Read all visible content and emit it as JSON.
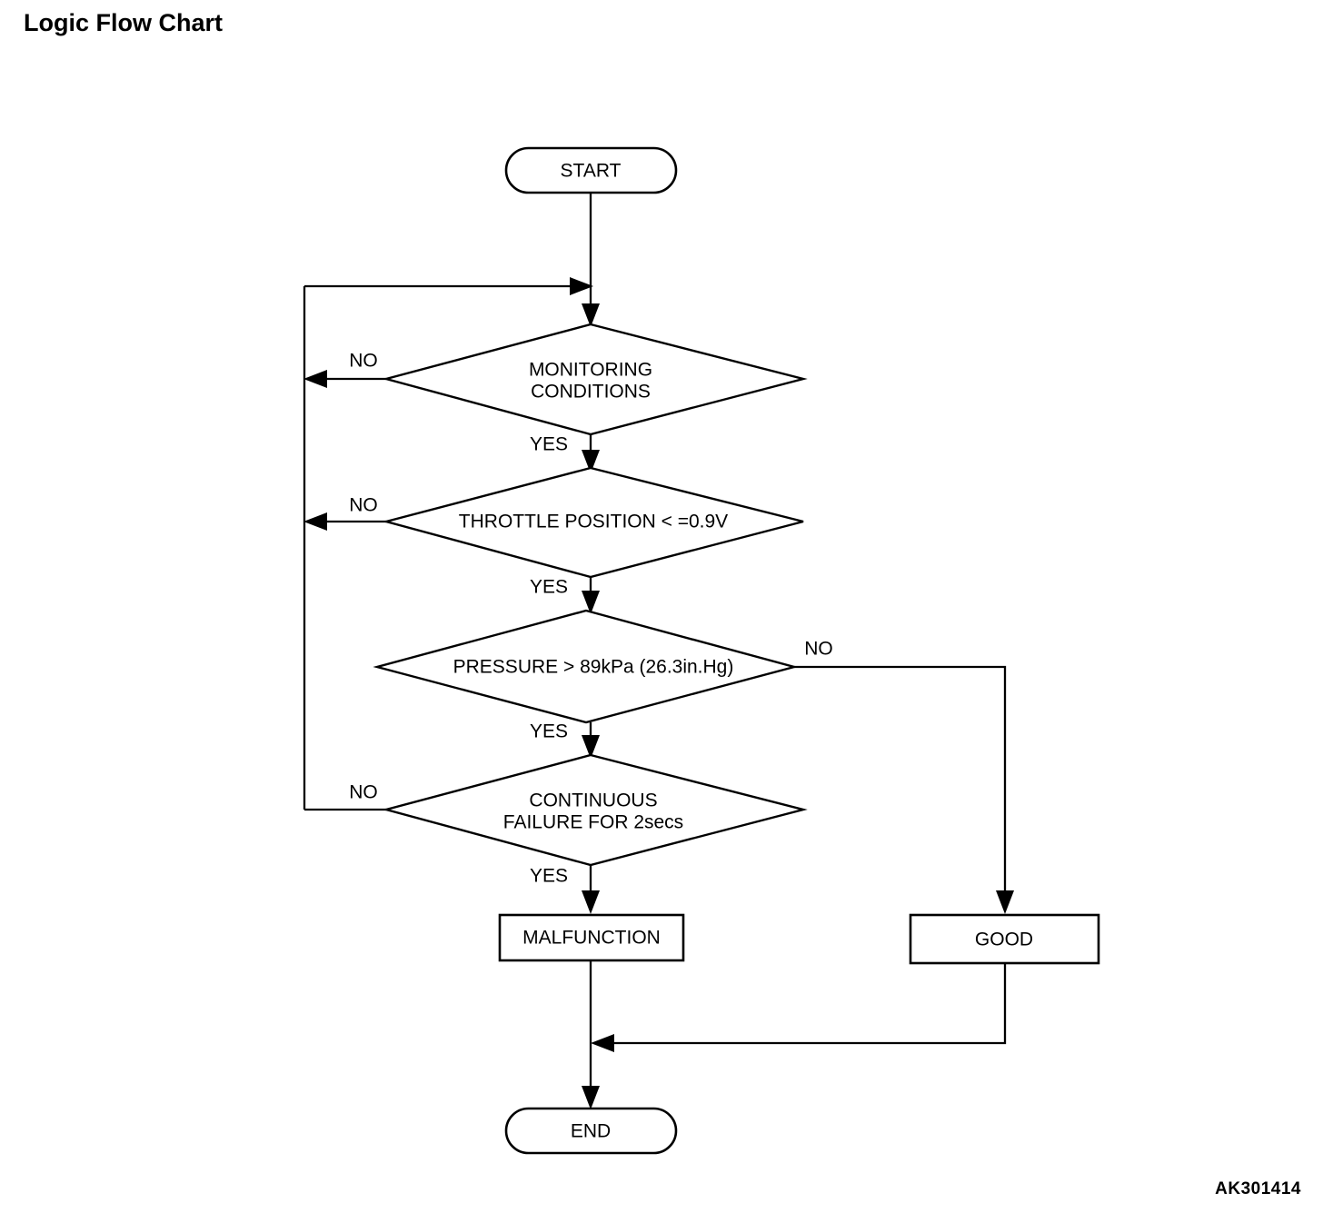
{
  "page": {
    "title": "Logic Flow Chart",
    "figure_code": "AK301414",
    "background_color": "#ffffff",
    "line_color": "#000000"
  },
  "chart_data": {
    "type": "diagram",
    "diagram_kind": "flowchart",
    "title": "Logic Flow Chart",
    "nodes": [
      {
        "id": "start",
        "shape": "stadium",
        "label": "START"
      },
      {
        "id": "monitoring",
        "shape": "diamond",
        "label_line1": "MONITORING",
        "label_line2": "CONDITIONS"
      },
      {
        "id": "throttle",
        "shape": "diamond",
        "label_line1": "THROTTLE POSITION < =0.9V",
        "label_line2": ""
      },
      {
        "id": "pressure",
        "shape": "diamond",
        "label_line1": "PRESSURE > 89kPa (26.3in.Hg)",
        "label_line2": ""
      },
      {
        "id": "continuous",
        "shape": "diamond",
        "label_line1": "CONTINUOUS",
        "label_line2": "FAILURE FOR 2secs"
      },
      {
        "id": "malfunction",
        "shape": "rect",
        "label": "MALFUNCTION"
      },
      {
        "id": "good",
        "shape": "rect",
        "label": "GOOD"
      },
      {
        "id": "end",
        "shape": "stadium",
        "label": "END"
      }
    ],
    "edges": [
      {
        "from": "start",
        "to": "monitoring",
        "label": ""
      },
      {
        "from": "monitoring",
        "to": "loop",
        "label": "NO"
      },
      {
        "from": "monitoring",
        "to": "throttle",
        "label": "YES"
      },
      {
        "from": "throttle",
        "to": "loop",
        "label": "NO"
      },
      {
        "from": "throttle",
        "to": "pressure",
        "label": "YES"
      },
      {
        "from": "pressure",
        "to": "good",
        "label": "NO"
      },
      {
        "from": "pressure",
        "to": "continuous",
        "label": "YES"
      },
      {
        "from": "continuous",
        "to": "loop",
        "label": "NO"
      },
      {
        "from": "continuous",
        "to": "malfunction",
        "label": "YES"
      },
      {
        "from": "malfunction",
        "to": "end",
        "label": ""
      },
      {
        "from": "good",
        "to": "end",
        "label": ""
      }
    ],
    "edge_labels": {
      "monitoring_no": "NO",
      "monitoring_yes": "YES",
      "throttle_no": "NO",
      "throttle_yes": "YES",
      "pressure_no": "NO",
      "pressure_yes": "YES",
      "continuous_no": "NO",
      "continuous_yes": "YES"
    }
  },
  "nodes": {
    "start": {
      "label": "START"
    },
    "monitoring": {
      "line1": "MONITORING",
      "line2": "CONDITIONS"
    },
    "throttle": {
      "line1": "THROTTLE POSITION < =0.9V"
    },
    "pressure": {
      "line1": "PRESSURE > 89kPa (26.3in.Hg)"
    },
    "continuous": {
      "line1": "CONTINUOUS",
      "line2": "FAILURE FOR 2secs"
    },
    "malfunction": {
      "label": "MALFUNCTION"
    },
    "good": {
      "label": "GOOD"
    },
    "end": {
      "label": "END"
    }
  },
  "labels": {
    "no_1": "NO",
    "yes_1": "YES",
    "no_2": "NO",
    "yes_2": "YES",
    "no_3": "NO",
    "yes_3": "YES",
    "no_4": "NO",
    "yes_4": "YES"
  }
}
